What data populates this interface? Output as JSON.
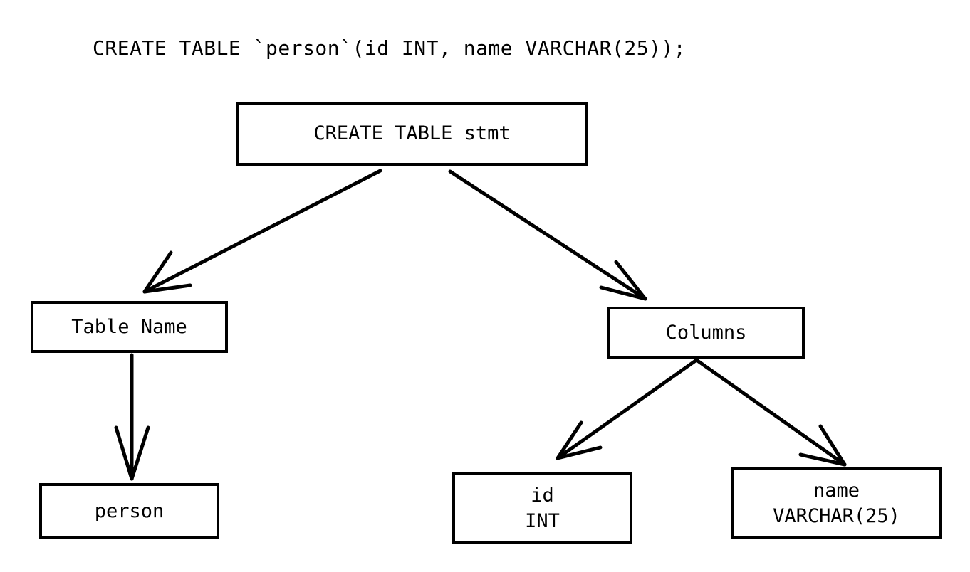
{
  "diagram": {
    "type": "parse-tree",
    "title": "CREATE TABLE `person`(id INT, name VARCHAR(25));",
    "background_color": "#ffffff",
    "stroke_color": "#000000",
    "nodes": [
      {
        "id": "root",
        "label": "CREATE TABLE stmt",
        "line1": "CREATE TABLE stmt",
        "line2": ""
      },
      {
        "id": "tablename",
        "label": "Table Name",
        "line1": "Table Name",
        "line2": ""
      },
      {
        "id": "columns",
        "label": "Columns",
        "line1": "Columns",
        "line2": ""
      },
      {
        "id": "person",
        "label": "person",
        "line1": "person",
        "line2": ""
      },
      {
        "id": "col-id",
        "label": "id INT",
        "line1": "id",
        "line2": "INT"
      },
      {
        "id": "col-name",
        "label": "name VARCHAR(25)",
        "line1": "name",
        "line2": "VARCHAR(25)"
      }
    ],
    "edges": [
      {
        "from": "root",
        "to": "tablename",
        "arrow": "open-v"
      },
      {
        "from": "root",
        "to": "columns",
        "arrow": "open-v"
      },
      {
        "from": "tablename",
        "to": "person",
        "arrow": "open-v"
      },
      {
        "from": "columns",
        "to": "col-id",
        "arrow": "open-v"
      },
      {
        "from": "columns",
        "to": "col-name",
        "arrow": "open-v"
      }
    ]
  }
}
